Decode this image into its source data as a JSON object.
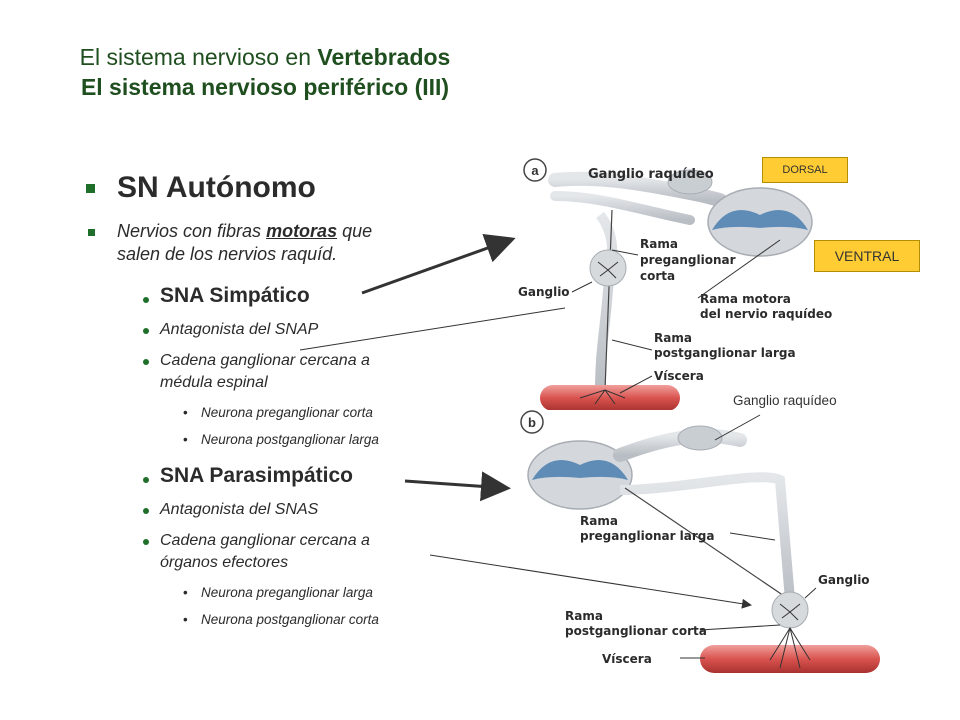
{
  "title": {
    "line1_prefix": "El sistema nervioso en ",
    "line1_bold": "Vertebrados",
    "line2": "El sistema nervioso periférico (III)"
  },
  "outline": {
    "heading": "SN Autónomo",
    "intro_part1": "Nervios con fibras ",
    "intro_emph": "motoras",
    "intro_part2": " que",
    "intro_line2": "salen de los nervios raquíd.",
    "simpatico": {
      "heading": "SNA Simpático",
      "antagonist": "Antagonista del SNAP",
      "chain_line1": "Cadena ganglionar cercana a",
      "chain_line2": "médula espinal",
      "neuron1": "Neurona preganglionar corta",
      "neuron2": "Neurona postganglionar larga"
    },
    "parasimpatico": {
      "heading": "SNA Parasimpático",
      "antagonist": "Antagonista del SNAS",
      "chain_line1": "Cadena ganglionar cercana a",
      "chain_line2": "órganos efectores",
      "neuron1": "Neurona preganglionar larga",
      "neuron2": "Neurona postganglionar corta"
    }
  },
  "diagram": {
    "panel_a": {
      "letter": "a",
      "ganglio_raquideo": "Ganglio raquídeo",
      "rama_pre_1": "Rama",
      "rama_pre_2": "preganglionar",
      "rama_pre_3": "corta",
      "ganglio": "Ganglio",
      "rama_motora_1": "Rama motora",
      "rama_motora_2": "del nervio raquídeo",
      "rama_post_1": "Rama",
      "rama_post_2": "postganglionar larga",
      "viscera": "Víscera"
    },
    "panel_b": {
      "letter": "b",
      "rama_pre_1": "Rama",
      "rama_pre_2": "preganglionar larga",
      "ganglio": "Ganglio",
      "rama_post_1": "Rama",
      "rama_post_2": "postganglionar corta",
      "viscera": "Víscera"
    },
    "tag_dorsal": "DORSAL",
    "tag_ventral": "VENTRAL",
    "ext_ganglio_raquideo": "Ganglio raquídeo"
  },
  "colors": {
    "title_green": "#1f4e1f",
    "bullet_green": "#1f6e2a",
    "tag_yellow": "#ffcc33",
    "nerve_gray": "#c9ced3",
    "gray_matter_blue": "#4a7fb0",
    "viscera_red": "#d9534f"
  }
}
